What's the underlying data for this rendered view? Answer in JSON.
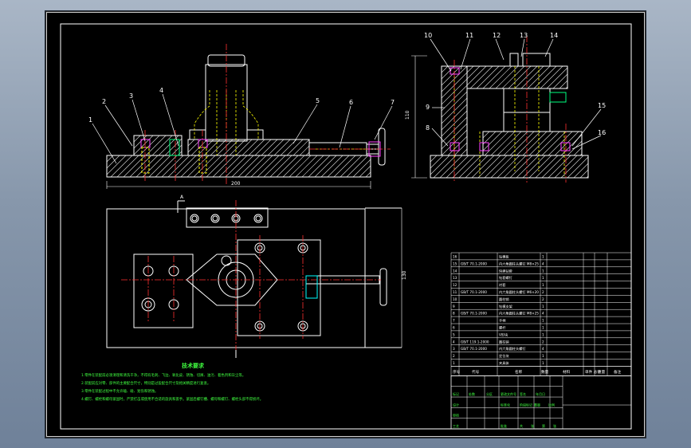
{
  "drawing": {
    "type": "mechanical assembly drawing",
    "colors": {
      "background": "#000000",
      "outline": "#ffffff",
      "center_line": "#ff3030",
      "hidden_line": "#ffff00",
      "hatch": "#ffffff",
      "magenta": "#ff40ff",
      "cyan": "#00ffff",
      "green_text": "#40ff40",
      "orange_label": "#ff9900"
    },
    "part_balloons": {
      "front_view": [
        "1",
        "2",
        "3",
        "4",
        "5",
        "6",
        "7"
      ],
      "side_view": [
        "8",
        "9",
        "10",
        "11",
        "12",
        "13",
        "14",
        "15",
        "16"
      ]
    },
    "front_view_dimension": "200",
    "plan_view_dimension": "130",
    "side_view_dimension": "110",
    "section_mark": "A"
  },
  "notes": {
    "title": "技术要求",
    "lines": [
      "1.零件在装配前必须清理和清洗干净，不得有毛刺、飞边、氧化皮、锈蚀、切屑、油污、着色剂和灰尘等。",
      "2.装配前应对零、部件的主要配合尺寸，特别是过盈配合尺寸及相关精度进行复查。",
      "3.零件在装配过程中不允许磕、碰、划伤和锈蚀。",
      "4.螺钉、螺栓和螺母紧固时，严禁打击或使用不合适的旋具和扳手。紧固后螺钉槽、螺母和螺钉、螺栓头部不得损坏。"
    ]
  },
  "bom": {
    "rows": [
      {
        "no": "16",
        "code": "",
        "name": "钻模板",
        "qty": "1",
        "material": "",
        "note": ""
      },
      {
        "no": "15",
        "code": "GB/T 70.1-2000",
        "name": "内六角圆柱头螺钉 M8×25",
        "qty": "4",
        "material": "",
        "note": ""
      },
      {
        "no": "14",
        "code": "",
        "name": "快换钻套",
        "qty": "1",
        "material": "",
        "note": ""
      },
      {
        "no": "13",
        "code": "",
        "name": "钻套螺钉",
        "qty": "1",
        "material": "",
        "note": ""
      },
      {
        "no": "12",
        "code": "",
        "name": "衬套",
        "qty": "1",
        "material": "",
        "note": ""
      },
      {
        "no": "11",
        "code": "GB/T 70.1-2000",
        "name": "内六角圆柱头螺钉 M6×20",
        "qty": "2",
        "material": "",
        "note": ""
      },
      {
        "no": "10",
        "code": "",
        "name": "圆柱销",
        "qty": "2",
        "material": "",
        "note": ""
      },
      {
        "no": "9",
        "code": "",
        "name": "钻模支架",
        "qty": "1",
        "material": "",
        "note": ""
      },
      {
        "no": "8",
        "code": "GB/T 70.1-2000",
        "name": "内六角圆柱头螺钉 M8×25",
        "qty": "4",
        "material": "",
        "note": ""
      },
      {
        "no": "7",
        "code": "",
        "name": "手柄",
        "qty": "1",
        "material": "",
        "note": ""
      },
      {
        "no": "6",
        "code": "",
        "name": "螺杆",
        "qty": "1",
        "material": "",
        "note": ""
      },
      {
        "no": "5",
        "code": "",
        "name": "V形块",
        "qty": "1",
        "material": "",
        "note": ""
      },
      {
        "no": "4",
        "code": "GB/T 119.1-2000",
        "name": "圆柱销",
        "qty": "2",
        "material": "",
        "note": ""
      },
      {
        "no": "3",
        "code": "GB/T 70.1-2000",
        "name": "内六角圆柱头螺钉",
        "qty": "4",
        "material": "",
        "note": ""
      },
      {
        "no": "2",
        "code": "",
        "name": "定位块",
        "qty": "1",
        "material": "",
        "note": ""
      },
      {
        "no": "1",
        "code": "",
        "name": "夹具体",
        "qty": "1",
        "material": "",
        "note": ""
      }
    ],
    "header": {
      "no": "序号",
      "code": "代号",
      "name": "名称",
      "qty": "数量",
      "material": "材料",
      "unit_weight": "单件 总计",
      "total_weight": "重量",
      "note": "备注"
    }
  },
  "title_block": {
    "row1": [
      "",
      "",
      "",
      "",
      "",
      ""
    ],
    "row2": [
      "标记",
      "处数",
      "分区",
      "更改文件号",
      "签名",
      "年月日"
    ],
    "row3": [
      "设计",
      "",
      "",
      "标准化",
      "",
      ""
    ],
    "row4": [
      "审核",
      "",
      "",
      "",
      "",
      ""
    ],
    "row5": [
      "工艺",
      "",
      "",
      "批准",
      "",
      ""
    ],
    "labels": [
      "阶段标记",
      "重量",
      "比例"
    ],
    "sheet_info": [
      "共",
      "张",
      "第",
      "张"
    ]
  }
}
